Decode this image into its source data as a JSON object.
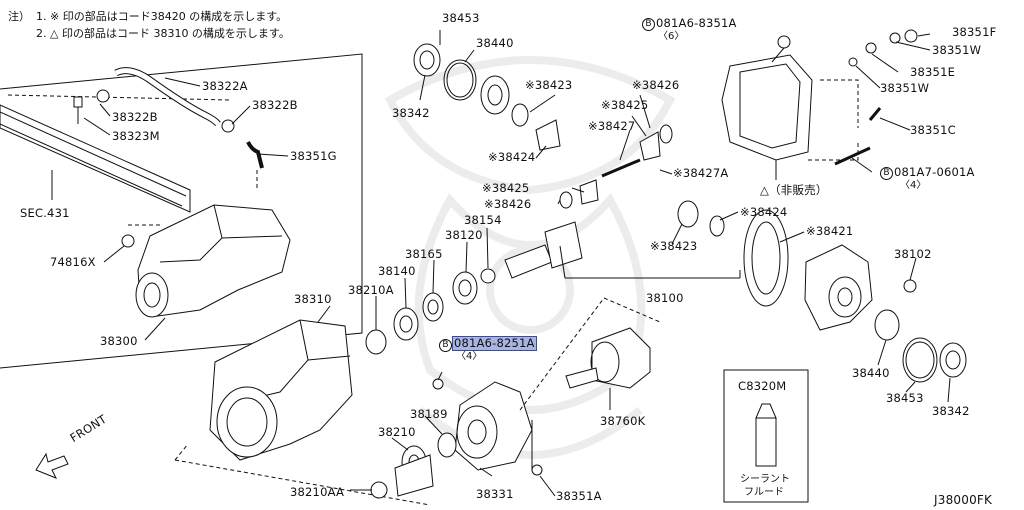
{
  "notes": {
    "prefix": "注）",
    "line1": "1. ※ 印の部品はコード38420 の構成を示します。",
    "line2": "2. △ 印の部品はコード 38310 の構成を示します。"
  },
  "section_ref": "SEC.431",
  "diagram_code": "J38000FK",
  "front_label": "FRONT",
  "not_sold_label": "△（非販売）",
  "sealant": {
    "code": "C8320M",
    "label_line1": "シーラント",
    "label_line2": "フルード"
  },
  "highlight_color": "#a9b4e0",
  "parts": {
    "p38322A": "38322A",
    "p38322B_top": "38322B",
    "p38322B_left": "38322B",
    "p38323M": "38323M",
    "p38351G": "38351G",
    "p74816X": "74816X",
    "p38300": "38300",
    "p38453_top": "38453",
    "p38440_top": "38440",
    "p38342_top": "38342",
    "p38423_top": "※38423",
    "p38424_top": "※38424",
    "p38426_top": "※38426",
    "p38425_top": "※38425",
    "p38427": "※38427",
    "p38427A": "※38427A",
    "p38425_mid": "※38425",
    "p38426_mid": "※38426",
    "p38154": "38154",
    "p38120": "38120",
    "p38165": "38165",
    "p38140": "38140",
    "p38210A": "38210A",
    "p38310": "38310",
    "p38100": "38100",
    "p38423_mid": "※38423",
    "p38424_mid": "※38424",
    "p38421": "※38421",
    "p38102": "38102",
    "p38440_bot": "38440",
    "p38453_bot": "38453",
    "p38342_bot": "38342",
    "p081A6_8351A": "081A6-8351A",
    "p081A6_8351A_qty": "〈6〉",
    "p38351F": "38351F",
    "p38351W_a": "38351W",
    "p38351E": "38351E",
    "p38351W_b": "38351W",
    "p38351C": "38351C",
    "p081A7_0601A": "081A7-0601A",
    "p081A7_0601A_qty": "〈4〉",
    "p081A6_8251A": "081A6-8251A",
    "p081A6_8251A_qty": "〈4〉",
    "p38189": "38189",
    "p38210": "38210",
    "p38760K": "38760K",
    "p38210AA": "38210AA",
    "p38331": "38331",
    "p38351A": "38351A",
    "bolt_marker": "B"
  }
}
